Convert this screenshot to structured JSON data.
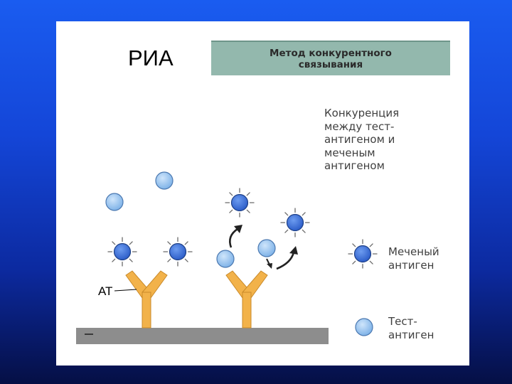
{
  "slide": {
    "title": "РИА",
    "method_title": "Метод конкурентного\nсвязывания",
    "competition_text": "Конкуренция\n между тест-\nантигеном и\nмеченым\nантигеном",
    "antibody_label": "АТ",
    "legend": {
      "labeled_antigen": "Меченый\n антиген",
      "test_antigen": "Тест-\nантиген"
    }
  },
  "colors": {
    "background_blue": "#1a5cf0",
    "method_box": "#93b8ad",
    "antibody": "#f2b24a",
    "surface": "#8d8d8d",
    "labeled_antigen": "#3a6fd6",
    "test_antigen": "#8fc0ee"
  },
  "icons": [
    "labeled-antigen-icon",
    "test-antigen-icon",
    "antibody-icon",
    "arrow-icon"
  ]
}
